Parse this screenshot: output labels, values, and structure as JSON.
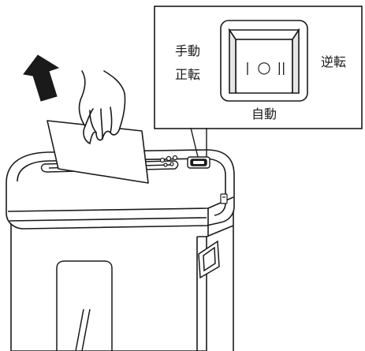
{
  "labels": {
    "manual": "手動",
    "forward": "正転",
    "reverse": "逆転",
    "auto": "自動"
  },
  "switch_symbols": {
    "left": "|",
    "center": "○",
    "right": "||"
  },
  "colors": {
    "line": "#1a1a1a",
    "arrow": "#1a1a1a",
    "paper": "#ffffff",
    "body_fill": "#ffffff"
  }
}
